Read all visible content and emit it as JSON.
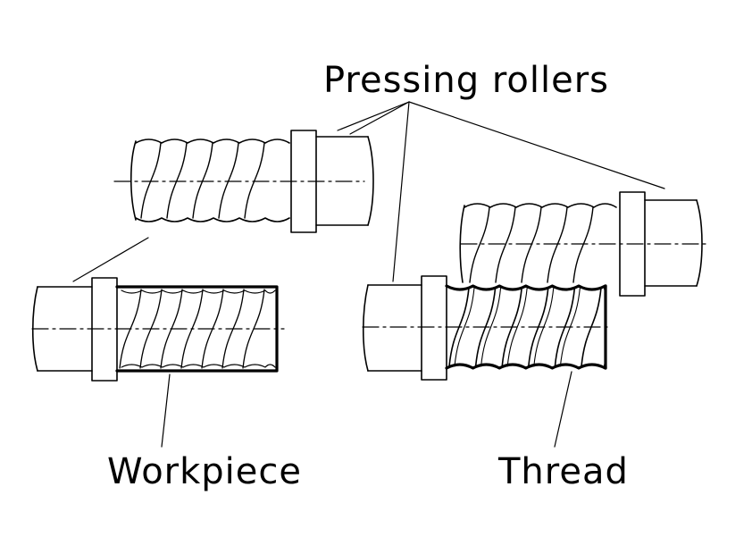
{
  "labels": {
    "pressing_rollers": "Pressing rollers",
    "workpiece": "Workpiece",
    "thread": "Thread"
  },
  "colors": {
    "ink": "#000000",
    "background": "#ffffff"
  }
}
